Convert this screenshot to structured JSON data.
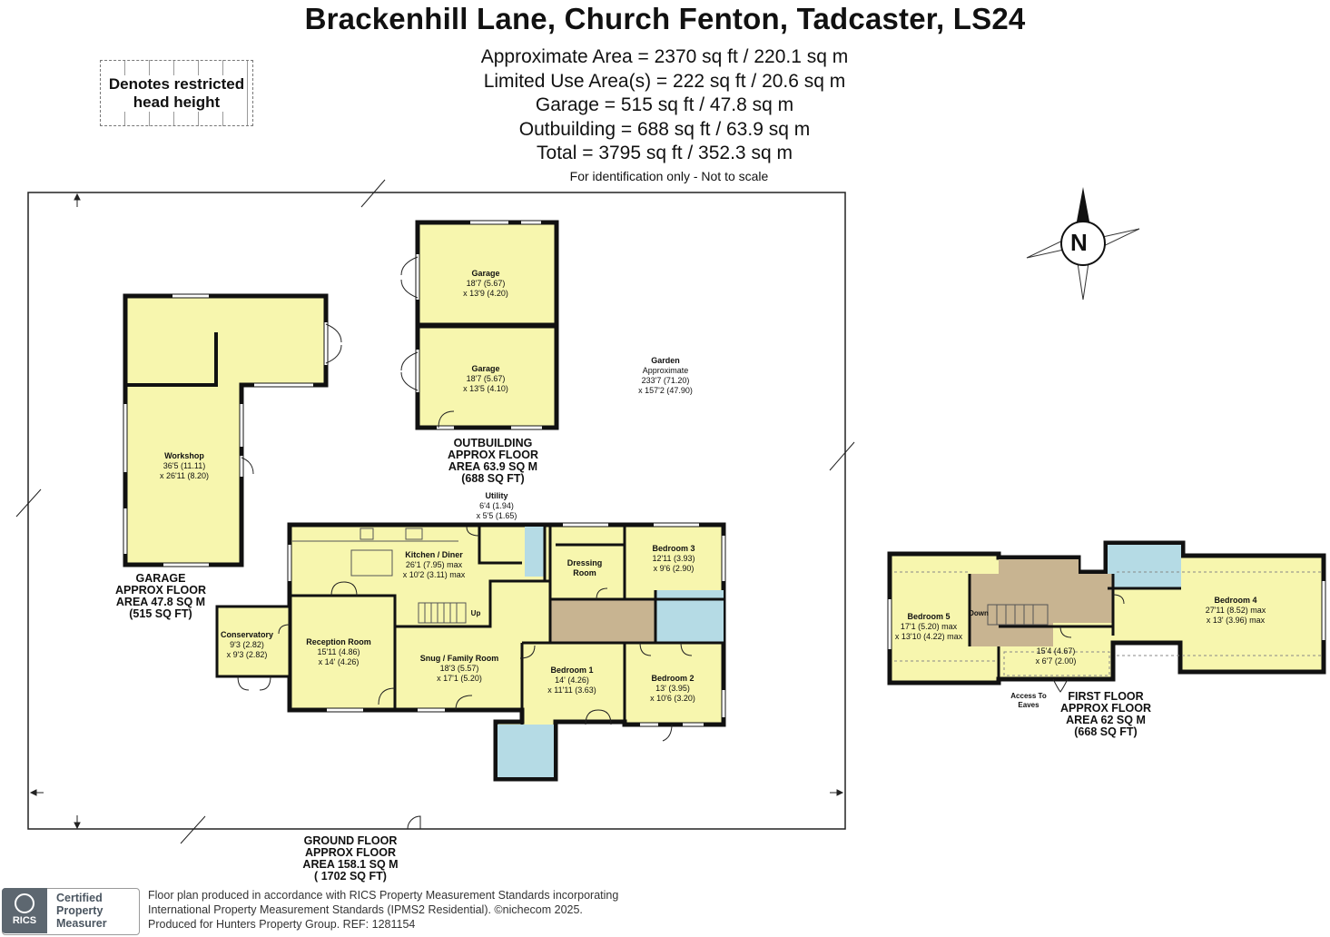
{
  "header": {
    "title": "Brackenhill Lane, Church Fenton, Tadcaster, LS24",
    "areas": [
      "Approximate Area = 2370 sq ft / 220.1 sq m",
      "Limited Use Area(s) = 222 sq ft / 20.6 sq m",
      "Garage = 515 sq ft / 47.8 sq m",
      "Outbuilding = 688 sq ft / 63.9 sq m",
      "Total = 3795 sq ft / 352.3 sq m"
    ],
    "note": "For identification only - Not to scale"
  },
  "legend": {
    "line1": "Denotes restricted",
    "line2": "head height"
  },
  "compass": {
    "label": "N"
  },
  "colors": {
    "room": "#f7f6ae",
    "hall": "#c8b491",
    "bathroom": "#b5dbe5",
    "wall": "#111111"
  },
  "rooms": {
    "garage_top": {
      "name": "Garage",
      "dim1": "18'7 (5.67)",
      "dim2": "x 13'9 (4.20)"
    },
    "garage_bottom": {
      "name": "Garage",
      "dim1": "18'7 (5.67)",
      "dim2": "x 13'5 (4.10)"
    },
    "garden": {
      "name": "Garden",
      "dim1": "Approximate",
      "dim2": "233'7 (71.20)",
      "dim3": "x 157'2 (47.90)"
    },
    "workshop": {
      "name": "Workshop",
      "dim1": "36'5 (11.11)",
      "dim2": "x 26'11 (8.20)"
    },
    "utility": {
      "name": "Utility",
      "dim1": "6'4 (1.94)",
      "dim2": "x 5'5 (1.65)"
    },
    "kitchen": {
      "name": "Kitchen / Diner",
      "dim1": "26'1 (7.95) max",
      "dim2": "x 10'2 (3.11) max"
    },
    "dressing": {
      "name": "Dressing",
      "name2": "Room"
    },
    "bedroom3": {
      "name": "Bedroom 3",
      "dim1": "12'11 (3.93)",
      "dim2": "x 9'6 (2.90)"
    },
    "conservatory": {
      "name": "Conservatory",
      "dim1": "9'3 (2.82)",
      "dim2": "x 9'3 (2.82)"
    },
    "reception": {
      "name": "Reception Room",
      "dim1": "15'11 (4.86)",
      "dim2": "x 14' (4.26)"
    },
    "snug": {
      "name": "Snug / Family Room",
      "dim1": "18'3 (5.57)",
      "dim2": "x 17'1 (5.20)"
    },
    "bedroom1": {
      "name": "Bedroom 1",
      "dim1": "14' (4.26)",
      "dim2": "x 11'11 (3.63)"
    },
    "bedroom2": {
      "name": "Bedroom 2",
      "dim1": "13' (3.95)",
      "dim2": "x 10'6 (3.20)"
    },
    "bedroom5": {
      "name": "Bedroom 5",
      "dim1": "17'1 (5.20) max",
      "dim2": "x 13'10 (4.22) max"
    },
    "landing_room": {
      "dim1": "15'4 (4.67)",
      "dim2": "x 6'7 (2.00)"
    },
    "bedroom4": {
      "name": "Bedroom 4",
      "dim1": "27'11 (8.52) max",
      "dim2": "x 13' (3.96) max"
    }
  },
  "small_labels": {
    "up": "Up",
    "down": "Down",
    "access1": "Access To",
    "access2": "Eaves"
  },
  "floors": {
    "outbuilding": [
      "OUTBUILDING",
      "APPROX FLOOR",
      "AREA 63.9 SQ M",
      "(688 SQ FT)"
    ],
    "garage": [
      "GARAGE",
      "APPROX FLOOR",
      "AREA 47.8 SQ M",
      "(515 SQ FT)"
    ],
    "ground": [
      "GROUND FLOOR",
      "APPROX FLOOR",
      "AREA 158.1 SQ M",
      "( 1702 SQ FT)"
    ],
    "first": [
      "FIRST FLOOR",
      "APPROX FLOOR",
      "AREA 62 SQ M",
      "(668 SQ FT)"
    ]
  },
  "footer": {
    "line1": "Floor plan produced in accordance with RICS Property Measurement Standards incorporating",
    "line2": "International Property Measurement Standards (IPMS2 Residential).  ©nichecom 2025.",
    "line3": "Produced for Hunters Property Group. REF: 1281154",
    "badge_logo": "RICS",
    "badge_line1": "Certified",
    "badge_line2": "Property",
    "badge_line3": "Measurer"
  }
}
